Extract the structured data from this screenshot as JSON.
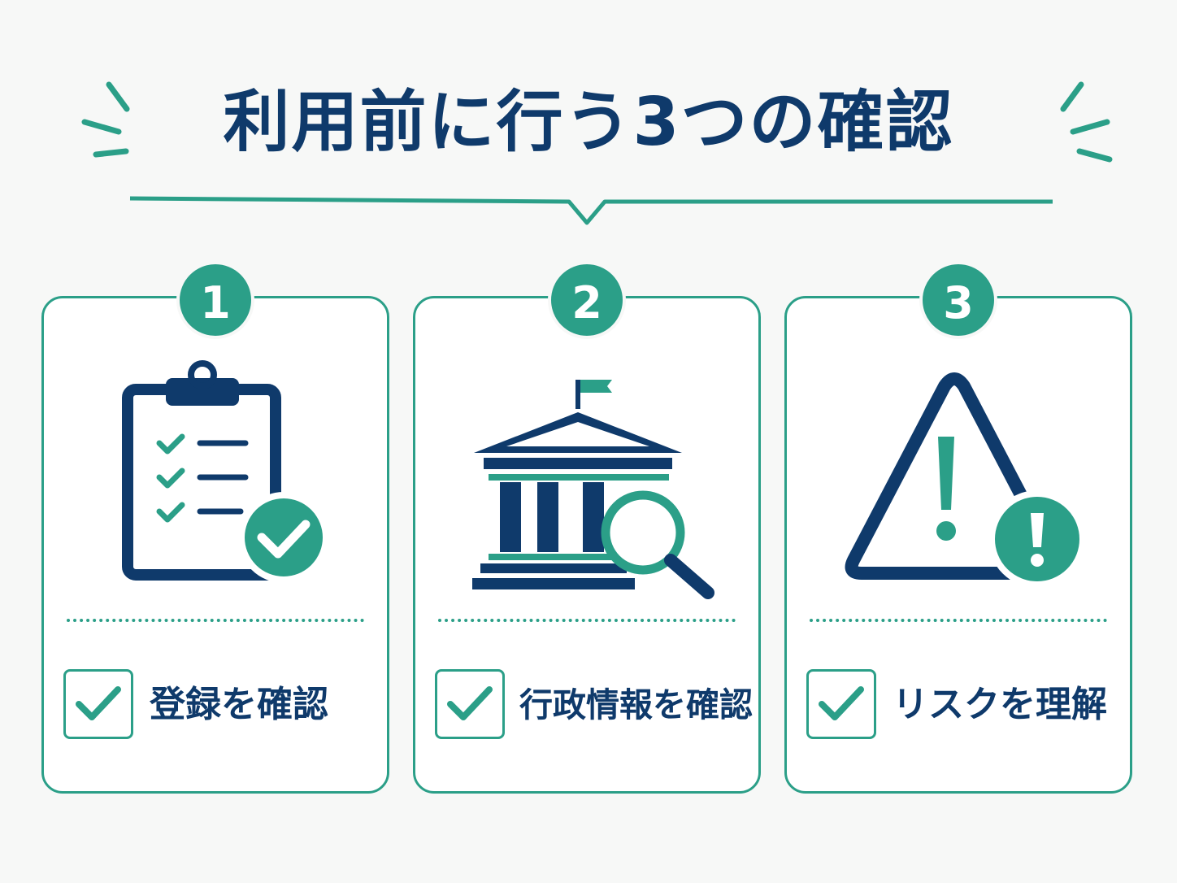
{
  "title": "利用前に行う3つの確認",
  "colors": {
    "navy": "#0f3a6b",
    "teal": "#2b9f88",
    "background": "#f7f8f7"
  },
  "cards": [
    {
      "number": "1",
      "icon": "clipboard-check-icon",
      "label": "登録を確認"
    },
    {
      "number": "2",
      "icon": "government-building-search-icon",
      "label": "行政情報を確認"
    },
    {
      "number": "3",
      "icon": "warning-triangle-icon",
      "label": "リスクを理解"
    }
  ]
}
